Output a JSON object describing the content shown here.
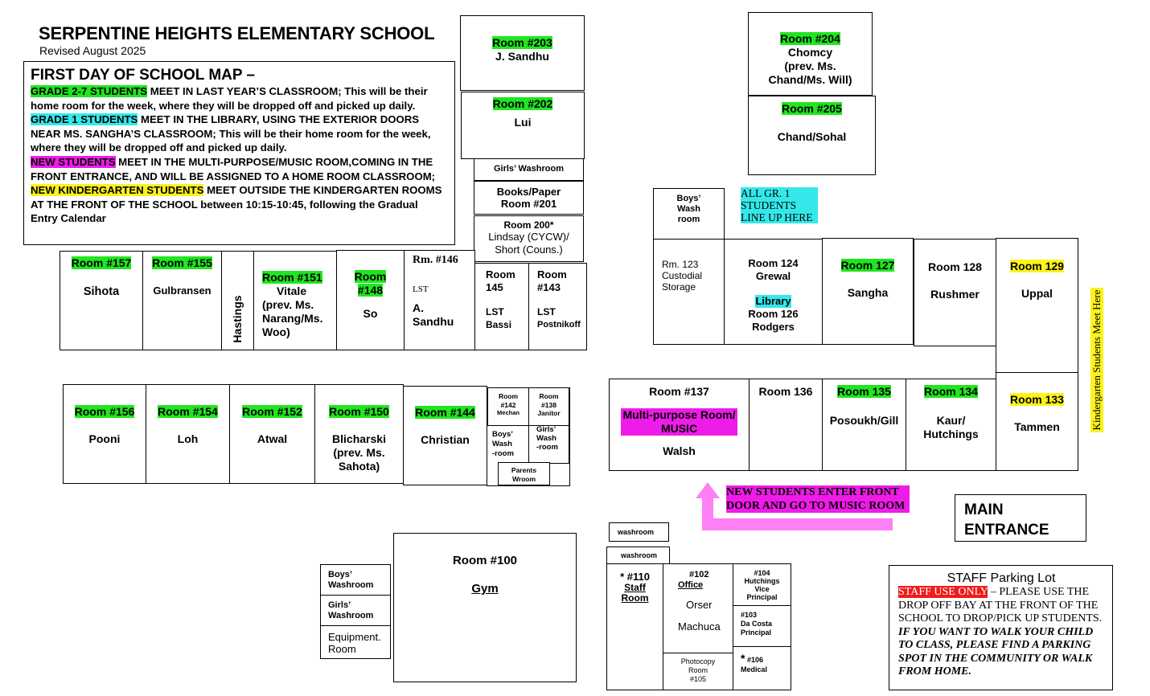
{
  "school": {
    "name": "SERPENTINE HEIGHTS ELEMENTARY SCHOOL",
    "revised": "Revised August 2025"
  },
  "notice": {
    "heading": "FIRST DAY OF SCHOOL MAP –",
    "grade27_tag": "GRADE 2-7 STUDENTS",
    "grade27_text": " MEET IN LAST YEAR’S CLASSROOM; This will be their home room for the week, where they will be dropped off and picked up daily.",
    "grade1_tag": "GRADE 1 STUDENTS",
    "grade1_text": " MEET IN THE LIBRARY, USING THE EXTERIOR DOORS NEAR MS. SANGHA’S CLASSROOM; This will be their home room for the week, where they will be dropped off and picked up daily.",
    "new_tag": "NEW STUDENTS",
    "new_text": " MEET IN THE MULTI-PURPOSE/MUSIC ROOM,COMING IN THE FRONT ENTRANCE, AND WILL BE ASSIGNED TO A HOME ROOM CLASSROOM;",
    "kinder_tag": "NEW KINDERGARTEN STUDENTS",
    "kinder_text": " MEET OUTSIDE THE KINDERGARTEN ROOMS AT THE FRONT OF THE SCHOOL between 10:15-10:45, following the Gradual Entry Calendar"
  },
  "rooms": {
    "r203": {
      "num": "Room #203",
      "name": "J. Sandhu"
    },
    "r202": {
      "num": "Room #202",
      "name": "Lui"
    },
    "girls_washroom_2": "Girls’ Washroom",
    "r201": {
      "line1": "Books/Paper",
      "line2": "Room #201"
    },
    "r200": {
      "num": "Room 200*",
      "line1": "Lindsay (CYCW)/",
      "line2": "Short (Couns.)"
    },
    "r204": {
      "num": "Room #204",
      "line1": "Chomcy",
      "line2": "(prev. Ms.",
      "line3": "Chand/Ms. Will)"
    },
    "r205": {
      "num": "Room #205",
      "name": "Chand/Sohal"
    },
    "boys_wash_north": {
      "l1": "Boys’",
      "l2": "Wash",
      "l3": "room"
    },
    "r157": {
      "num": "Room #157",
      "name": "Sihota"
    },
    "r155": {
      "num": "Room #155",
      "name": "Gulbransen"
    },
    "hastings": "Hastings",
    "r151": {
      "num": "Room #151",
      "l1": "Vitale",
      "l2": "(prev. Ms.",
      "l3": "Narang/Ms.",
      "l4": "Woo)"
    },
    "r148": {
      "num1": "Room",
      "num2": "#148",
      "name": "So"
    },
    "r146": {
      "num": "Rm. #146",
      "lst": "LST",
      "n1": "A.",
      "n2": "Sandhu"
    },
    "r145": {
      "num1": "Room",
      "num2": "145",
      "l1": "LST",
      "l2": "Bassi"
    },
    "r143": {
      "num1": "Room",
      "num2": "#143",
      "l1": "LST",
      "l2": "Postnikoff"
    },
    "r123": {
      "l1": "Rm. 123",
      "l2": "Custodial",
      "l3": "Storage"
    },
    "r124": {
      "num": "Room 124",
      "name": "Grewal",
      "library": "Library",
      "num126": "Room 126",
      "name126": "Rodgers"
    },
    "r127": {
      "num": "Room 127",
      "name": "Sangha"
    },
    "r128": {
      "num": "Room 128",
      "name": "Rushmer"
    },
    "r129": {
      "num": "Room 129",
      "name": "Uppal"
    },
    "r133": {
      "num": "Room 133",
      "name": "Tammen"
    },
    "r156": {
      "num": "Room #156",
      "name": "Pooni"
    },
    "r154": {
      "num": "Room #154",
      "name": "Loh"
    },
    "r152": {
      "num": "Room #152",
      "name": "Atwal"
    },
    "r150": {
      "num": "Room #150",
      "l1": "Blicharski",
      "l2": "(prev. Ms.",
      "l3": "Sahota)"
    },
    "r144": {
      "num": "Room #144",
      "name": "Christian"
    },
    "r142": {
      "l1": "Room",
      "l2": "#142",
      "l3": "Mechan"
    },
    "r138": {
      "l1": "Room",
      "l2": "#138",
      "l3": "Janitor"
    },
    "boys_wash_south": {
      "l1": "Boys’",
      "l2": "Wash",
      "l3": "-room"
    },
    "girls_wash_south": {
      "l1": "Girls’",
      "l2": "Wash",
      "l3": "-room"
    },
    "parents": {
      "l1": "Parents",
      "l2": "Wroom"
    },
    "r137": {
      "num": "Room #137",
      "music": "Multi-purpose Room/ MUSIC",
      "name": "Walsh"
    },
    "r136": {
      "num": "Room 136"
    },
    "r135": {
      "num": "Room 135",
      "name": "Posoukh/Gill"
    },
    "r134": {
      "num": "Room 134",
      "l1": "Kaur/",
      "l2": "Hutchings"
    },
    "r100": {
      "num": "Room #100",
      "name": "Gym"
    },
    "boys_washroom_gym": {
      "l1": "Boys’",
      "l2": "Washroom"
    },
    "girls_washroom_gym": {
      "l1": "Girls’",
      "l2": "Washroom"
    },
    "equipment": {
      "l1": "Equipment.",
      "l2": "Room"
    },
    "washroom1": "washroom",
    "washroom2": "washroom",
    "r110": {
      "num": "* #110",
      "l1": "Staff",
      "l2": "Room"
    },
    "r102": {
      "num": "#102",
      "office": "Office",
      "n1": "Orser",
      "n2": "Machuca"
    },
    "photocopy": {
      "l1": "Photocopy",
      "l2": "Room",
      "l3": "#105"
    },
    "r104": {
      "num": "#104",
      "l1": "Hutchings",
      "l2": "Vice",
      "l3": "Principal"
    },
    "r103": {
      "num": "#103",
      "l1": "Da Costa",
      "l2": "Principal"
    },
    "r106": {
      "star": "*",
      "num": "#106",
      "l1": "Medical"
    }
  },
  "callouts": {
    "grade1_lineup": {
      "l1": "ALL GR. 1",
      "l2": "STUDENTS",
      "l3": "LINE UP HERE"
    },
    "kinder_here": "Kindergarten Students Meet Here",
    "new_students": {
      "l1": "NEW STUDENTS ENTER FRONT",
      "l2": "DOOR AND GO TO MUSIC ROOM"
    },
    "main_entrance": {
      "l1": "MAIN",
      "l2": "ENTRANCE"
    },
    "parking_title": "STAFF Parking Lot",
    "parking_tag": "STAFF USE ONLY",
    "parking_text": " – PLEASE USE THE DROP OFF BAY AT THE FRONT OF THE SCHOOL TO DROP/PICK UP STUDENTS. ",
    "parking_emph": "IF YOU WANT TO WALK YOUR CHILD TO CLASS, PLEASE FIND A PARKING SPOT IN THE COMMUNITY OR WALK FROM HOME."
  },
  "colors": {
    "green": "#1fe61f",
    "cyan": "#34e8ea",
    "magenta": "#ee1ce8",
    "yellow": "#fdf21b",
    "red": "#ee1c1c",
    "arrow": "#ff7ff5"
  }
}
